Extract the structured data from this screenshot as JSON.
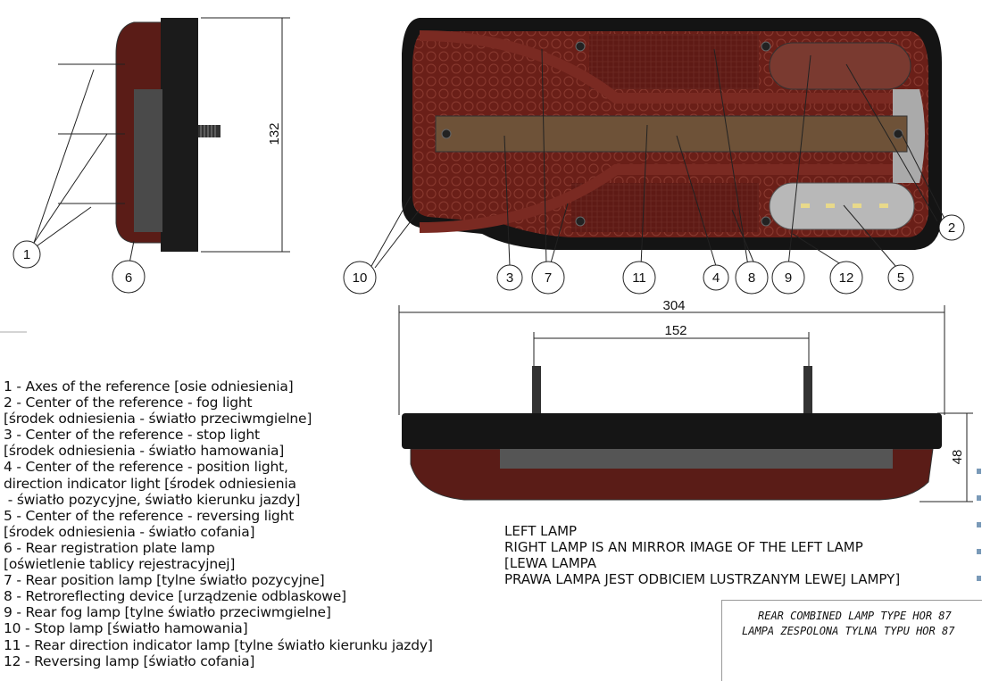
{
  "dimensions": {
    "height": "132",
    "width": "304",
    "stud_spacing": "152",
    "depth": "48"
  },
  "callouts": {
    "c1": "1",
    "c2": "2",
    "c3": "3",
    "c4": "4",
    "c5": "5",
    "c6": "6",
    "c7": "7",
    "c8": "8",
    "c9": "9",
    "c10": "10",
    "c11": "11",
    "c12": "12"
  },
  "legend": [
    "1 - Axes of the reference [osie odniesienia]",
    "2 - Center of the reference - fog light",
    "[środek odniesienia - światło przeciwmgielne]",
    "3 - Center of the reference - stop light",
    "[środek odniesienia - światło hamowania]",
    "4 - Center of the reference - position light,",
    "direction indicator light [środek odniesienia",
    " - światło pozycyjne, światło kierunku jazdy]",
    "5 - Center of the reference - reversing light",
    "[środek odniesienia - światło cofania]",
    "6 - Rear registration plate lamp",
    "[oświetlenie tablicy rejestracyjnej]",
    "7 - Rear position lamp [tylne światło pozycyjne]",
    "8 - Retroreflecting device [urządzenie odblaskowe]",
    "9 - Rear fog lamp [tylne światło przeciwmgielne]",
    "10 - Stop lamp [światło hamowania]",
    "11 - Rear direction indicator lamp [tylne światło kierunku jazdy]",
    "12 - Reversing lamp [światło cofania]"
  ],
  "notes": [
    "LEFT LAMP",
    "RIGHT LAMP IS AN MIRROR IMAGE OF THE LEFT LAMP",
    "[LEWA LAMPA",
    "PRAWA LAMPA JEST ODBICIEM LUSTRZANYM LEWEJ LAMPY]"
  ],
  "title_block": {
    "line1": "REAR COMBINED LAMP TYPE HOR 87",
    "line2": "LAMPA ZESPOLONA TYLNA TYPU HOR 87"
  },
  "colors": {
    "lens_red": "#6b2019",
    "housing": "#1c1c1c",
    "amber_strip": "#7a5a3a",
    "reverse": "#b8b8b8"
  }
}
